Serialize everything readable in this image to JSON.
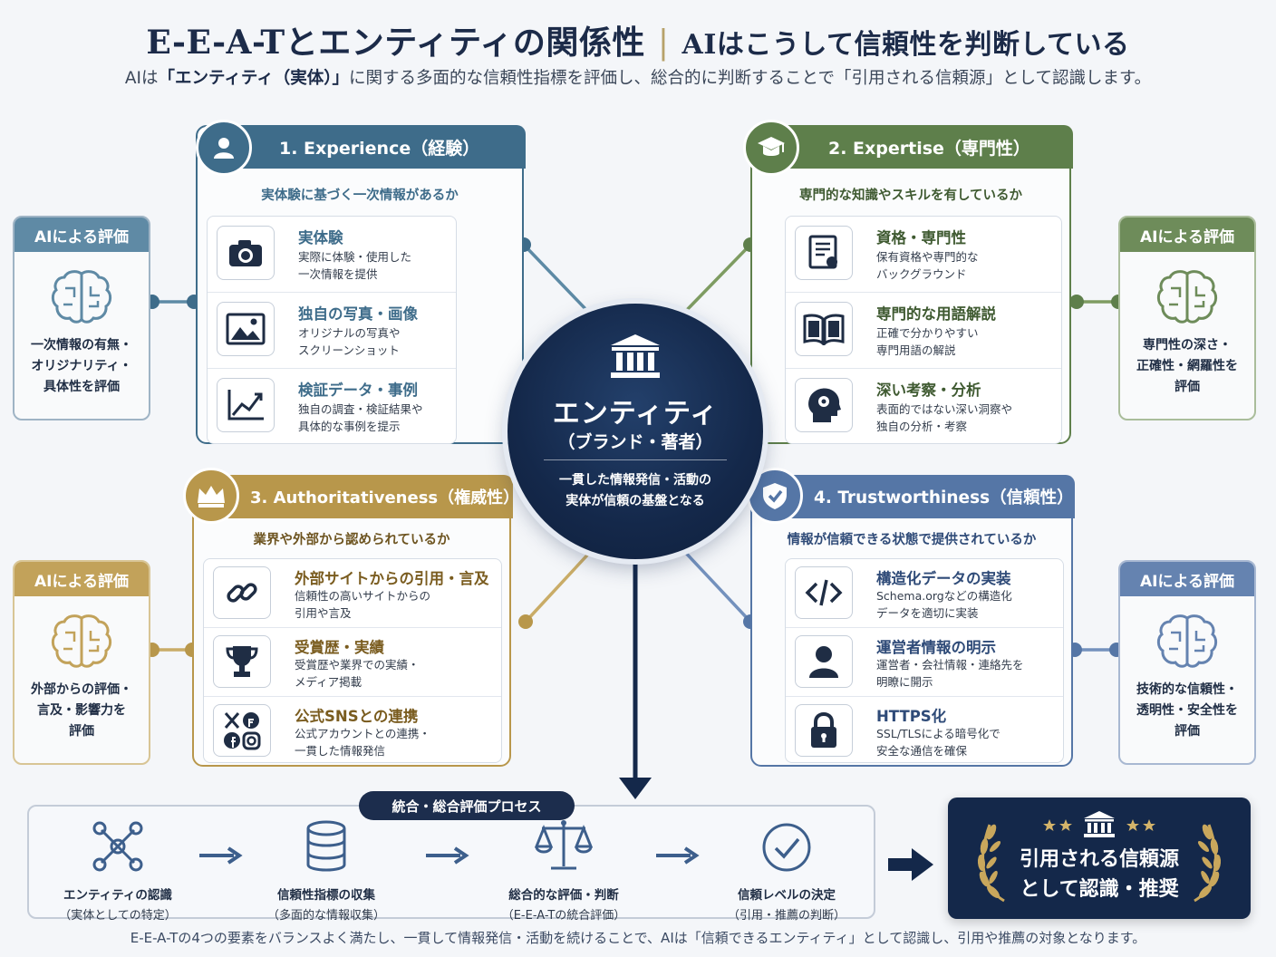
{
  "header": {
    "title": "E-E-A-Tとエンティティの関係性",
    "separator": "|",
    "title_sub": "AIはこうして信頼性を判断している",
    "intro_pre": "AIは",
    "intro_bold": "「エンティティ（実体）」",
    "intro_post": "に関する多面的な信頼性指標を評価し、総合的に判断することで「引用される信頼源」として認識します。"
  },
  "colors": {
    "experience": "#3e6c8a",
    "expertise": "#5e7f4b",
    "authority": "#b8974b",
    "trust": "#5576a6",
    "navy": "#14284a"
  },
  "pillars": {
    "experience": {
      "heading": "1. Experience（経験）",
      "question": "実体験に基づく一次情報があるか",
      "icon": "person-icon",
      "items": [
        {
          "title": "実体験",
          "desc": "実際に体験・使用した\n一次情報を提供",
          "icon": "camera-icon"
        },
        {
          "title": "独自の写真・画像",
          "desc": "オリジナルの写真や\nスクリーンショット",
          "icon": "image-icon"
        },
        {
          "title": "検証データ・事例",
          "desc": "独自の調査・検証結果や\n具体的な事例を提示",
          "icon": "chart-line-icon"
        }
      ]
    },
    "expertise": {
      "heading": "2. Expertise（専門性）",
      "question": "専門的な知識やスキルを有しているか",
      "icon": "graduation-cap-icon",
      "items": [
        {
          "title": "資格・専門性",
          "desc": "保有資格や専門的な\nバックグラウンド",
          "icon": "certificate-icon"
        },
        {
          "title": "専門的な用語解説",
          "desc": "正確で分かりやすい\n専門用語の解説",
          "icon": "book-icon"
        },
        {
          "title": "深い考察・分析",
          "desc": "表面的ではない深い洞察や\n独自の分析・考察",
          "icon": "head-gear-icon"
        }
      ]
    },
    "authority": {
      "heading": "3. Authoritativeness（権威性）",
      "question": "業界や外部から認められているか",
      "icon": "crown-icon",
      "items": [
        {
          "title": "外部サイトからの引用・言及",
          "desc": "信頼性の高いサイトからの\n引用や言及",
          "icon": "link-icon"
        },
        {
          "title": "受賞歴・実績",
          "desc": "受賞歴や業界での実績・\nメディア掲載",
          "icon": "trophy-icon"
        },
        {
          "title": "公式SNSとの連携",
          "desc": "公式アカウントとの連携・\n一貫した情報発信",
          "icon": "social-icon"
        }
      ]
    },
    "trust": {
      "heading": "4. Trustworthiness（信頼性）",
      "question": "情報が信頼できる状態で提供されているか",
      "icon": "shield-check-icon",
      "items": [
        {
          "title": "構造化データの実装",
          "desc": "Schema.orgなどの構造化\nデータを適切に実装",
          "icon": "code-icon"
        },
        {
          "title": "運営者情報の明示",
          "desc": "運営者・会社情報・連絡先を\n明瞭に開示",
          "icon": "user-icon"
        },
        {
          "title": "HTTPS化",
          "desc": "SSL/TLSによる暗号化で\n安全な通信を確保",
          "icon": "lock-icon"
        }
      ]
    }
  },
  "ai_cards": {
    "label": "AIによる評価",
    "experience": "一次情報の有無・\nオリジナリティ・\n具体性を評価",
    "expertise": "専門性の深さ・\n正確性・網羅性を\n評価",
    "authority": "外部からの評価・\n言及・影響力を\n評価",
    "trust": "技術的な信頼性・\n透明性・安全性を\n評価"
  },
  "entity": {
    "title": "エンティティ",
    "subtitle": "（ブランド・著者）",
    "desc": "一貫した情報発信・活動の\n実体が信頼の基盤となる"
  },
  "process": {
    "label": "統合・総合評価プロセス",
    "steps": [
      {
        "title": "エンティティの認識",
        "sub": "（実体としての特定）",
        "icon": "network-icon"
      },
      {
        "title": "信頼性指標の収集",
        "sub": "（多面的な情報収集）",
        "icon": "database-icon"
      },
      {
        "title": "総合的な評価・判断",
        "sub": "（E-E-A-Tの統合評価）",
        "icon": "scale-icon"
      },
      {
        "title": "信頼レベルの決定",
        "sub": "（引用・推薦の判断）",
        "icon": "check-circle-icon"
      }
    ]
  },
  "result": {
    "text": "引用される信頼源\nとして認識・推奨"
  },
  "footer": "E-E-A-Tの4つの要素をバランスよく満たし、一貫して情報発信・活動を続けることで、AIは「信頼できるエンティティ」として認識し、引用や推薦の対象となります。"
}
